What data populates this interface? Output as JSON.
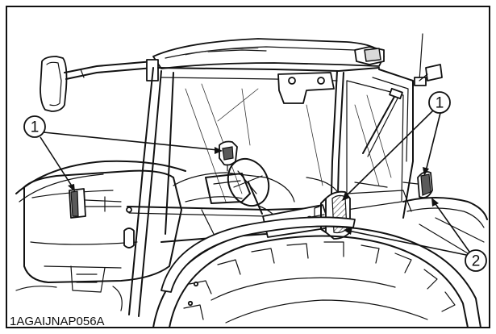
{
  "figure": {
    "code": "1AGAIJNAP056A",
    "callouts": [
      {
        "label": "1"
      },
      {
        "label": "1"
      },
      {
        "label": "2"
      }
    ]
  }
}
